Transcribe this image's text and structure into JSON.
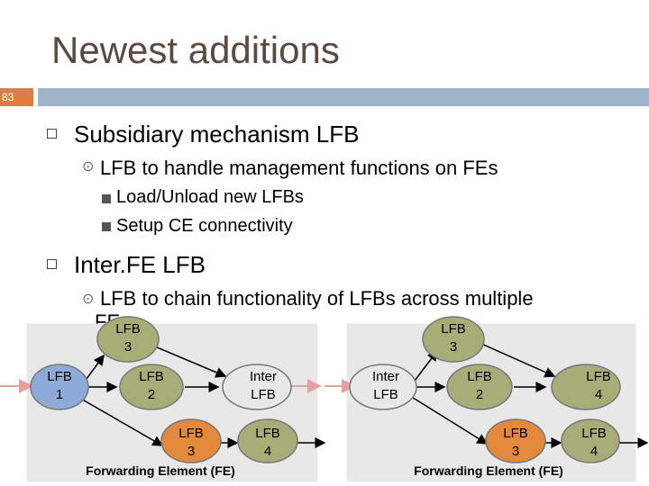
{
  "slide": {
    "title": "Newest additions",
    "number": "83",
    "bullets": [
      {
        "text": "Subsidiary mechanism LFB"
      },
      {
        "text": "LFB to handle management functions on FEs"
      },
      {
        "text": "Load/Unload new LFBs"
      },
      {
        "text": "Setup CE connectivity"
      },
      {
        "text": "Inter.FE LFB"
      },
      {
        "text": "LFB to chain functionality of LFBs across multiple"
      },
      {
        "text": "FEs"
      }
    ]
  },
  "diagram": {
    "colors": {
      "lfb1": "#8eaad6",
      "green": "#a8ad78",
      "orange": "#e2893e",
      "ellipse_border": "#777777",
      "pink": "#e6a0a0",
      "fe_bg": "#e8e8e8"
    },
    "left_fe": {
      "label": "Forwarding Element (FE)",
      "nodes": [
        {
          "id": "l-lfb1",
          "line1": "LFB",
          "line2": "1"
        },
        {
          "id": "l-lfb3a",
          "line1": "LFB",
          "line2": "3"
        },
        {
          "id": "l-lfb2",
          "line1": "LFB",
          "line2": "2"
        },
        {
          "id": "l-inter",
          "line1": "Inter",
          "line2": "LFB"
        },
        {
          "id": "l-lfb3b",
          "line1": "LFB",
          "line2": "3"
        },
        {
          "id": "l-lfb4",
          "line1": "LFB",
          "line2": "4"
        }
      ]
    },
    "right_fe": {
      "label": "Forwarding Element (FE)",
      "nodes": [
        {
          "id": "r-inter",
          "line1": "Inter",
          "line2": "LFB"
        },
        {
          "id": "r-lfb3a",
          "line1": "LFB",
          "line2": "3"
        },
        {
          "id": "r-lfb2",
          "line1": "LFB",
          "line2": "2"
        },
        {
          "id": "r-lfb4a",
          "line1": "LFB",
          "line2": "4"
        },
        {
          "id": "r-lfb3b",
          "line1": "LFB",
          "line2": "3"
        },
        {
          "id": "r-lfb4b",
          "line1": "LFB",
          "line2": "4"
        }
      ]
    }
  }
}
